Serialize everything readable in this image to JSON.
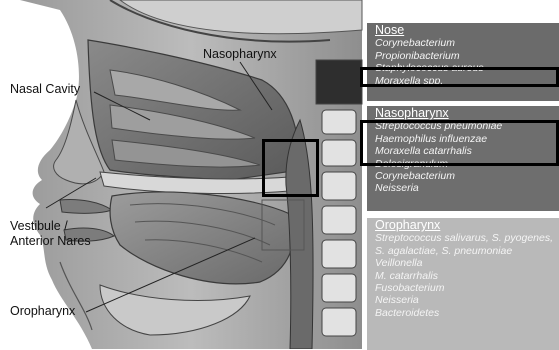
{
  "anatomy_labels": {
    "nasopharynx": "Nasopharynx",
    "nasal_cavity": "Nasal Cavity",
    "vestibule": "Vestibule /\nAnterior Nares",
    "oropharynx": "Oropharynx"
  },
  "panels": {
    "nose": {
      "title": "Nose",
      "items": [
        "Corynebacterium",
        "Propionibacterium",
        "Staphylococcus aureus",
        "Moraxella spp."
      ]
    },
    "nasopharynx": {
      "title": "Nasopharynx",
      "items": [
        "Streptococcus pneumoniae",
        "Haemophilus influenzae",
        "Moraxella catarrhalis",
        "Dolosigranulum",
        "Corynebacterium",
        "Neisseria"
      ]
    },
    "oropharynx": {
      "title": "Oropharynx",
      "items": [
        "Streptococcus salivarus, S. pyogenes, S. agalactiae, S. pneumoniae",
        "Veillonella",
        "M. catarrhalis",
        "Fusobacterium",
        "Neisseria",
        "Bacteroidetes"
      ]
    }
  },
  "colors": {
    "nose_panel": "#6b6b6b",
    "nasopharynx_panel": "#6e6e6e",
    "oropharynx_panel": "#b9b9b9",
    "highlight_box": "#000000"
  }
}
